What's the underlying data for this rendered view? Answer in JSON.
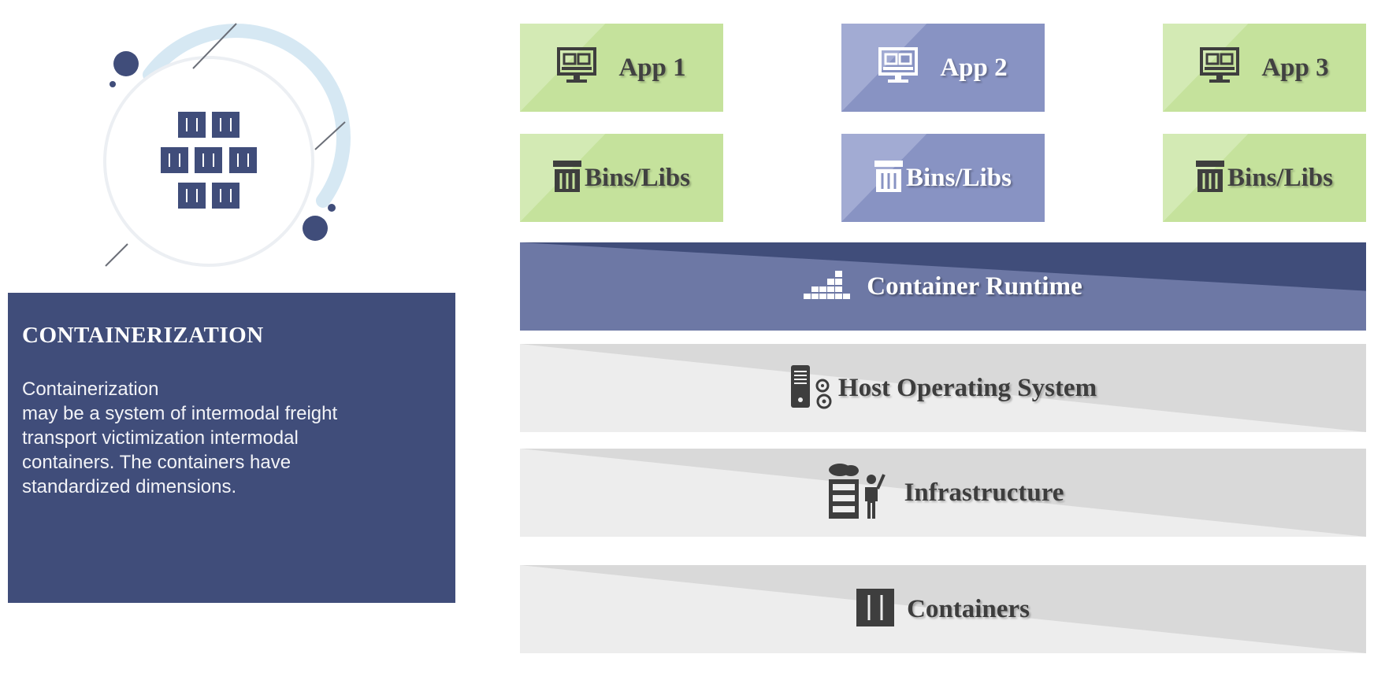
{
  "illustration": {
    "icon": "shipping-containers-stack-icon"
  },
  "info": {
    "title": "CONTAINERIZATION",
    "lines": [
      "Containerization",
      "may be a system of intermodal freight",
      "transport victimization intermodal",
      "containers. The containers have",
      "standardized dimensions."
    ]
  },
  "apps": [
    {
      "label": "App 1",
      "icon": "monitor-icon"
    },
    {
      "label": "App 2",
      "icon": "monitor-icon"
    },
    {
      "label": "App 3",
      "icon": "monitor-icon"
    }
  ],
  "libs": [
    {
      "label": "Bins/Libs",
      "icon": "archive-icon"
    },
    {
      "label": "Bins/Libs",
      "icon": "archive-icon"
    },
    {
      "label": "Bins/Libs",
      "icon": "archive-icon"
    }
  ],
  "layers": {
    "runtime": {
      "label": "Container Runtime",
      "icon": "container-blocks-icon"
    },
    "host_os": {
      "label": "Host Operating System",
      "icon": "server-gears-icon"
    },
    "infrastructure": {
      "label": "Infrastructure",
      "icon": "infrastructure-person-icon"
    },
    "containers": {
      "label": "Containers",
      "icon": "container-box-icon"
    }
  },
  "colors": {
    "navy": "#404d7a",
    "green": "#c5e29c",
    "purple": "#8893c3",
    "grey": "#ededed"
  }
}
